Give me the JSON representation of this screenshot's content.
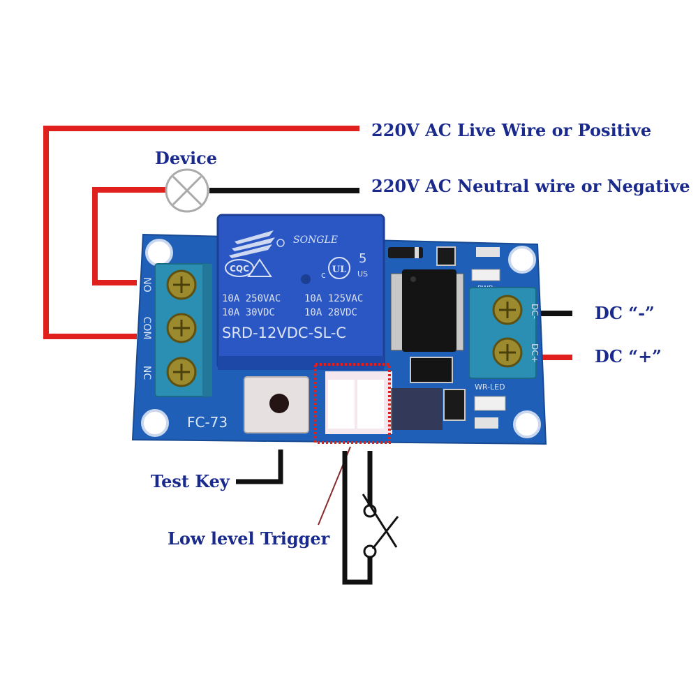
{
  "labels": {
    "live": "220V AC Live Wire or Positive",
    "neutral": "220V AC Neutral wire or Negative",
    "device": "Device",
    "dc_minus": "DC “-”",
    "dc_plus": "DC “+”",
    "test_key": "Test Key",
    "low_trigger": "Low level Trigger"
  },
  "relay": {
    "brand": "SONGLE",
    "spec_left_1": "10A 250VAC",
    "spec_left_2": "10A  30VDC",
    "spec_right_1": "10A 125VAC",
    "spec_right_2": "10A  28VDC",
    "model": "SRD-12VDC-SL-C",
    "cqc": "CQC",
    "num": "5",
    "us": "US",
    "cert_c": "c"
  },
  "board": {
    "name": "FC-73",
    "terminal_left": [
      "NO",
      "COM",
      "NC"
    ],
    "terminal_right": [
      "DC-",
      "DC+"
    ],
    "pwr_led": "PWR",
    "wr_led": "WR-LED"
  },
  "colors": {
    "wire_red": "#e0201c",
    "wire_black": "#111111",
    "label_blue": "#1a2a8c",
    "pcb_blue": "#1f5fb8",
    "relay_blue": "#2a57c4",
    "terminal_teal": "#2a8fb3"
  }
}
